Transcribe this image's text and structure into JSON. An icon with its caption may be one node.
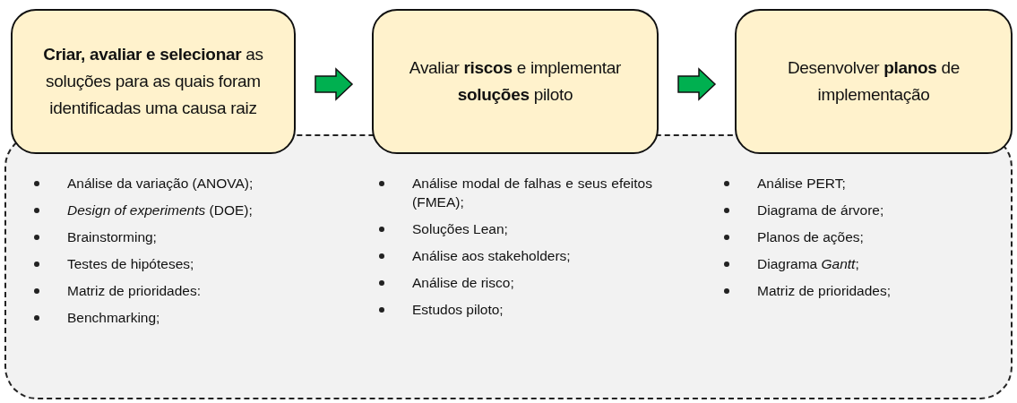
{
  "diagram": {
    "nodes": [
      {
        "text": [
          "**Criar, avaliar e selecionar** as soluções para as quais foram identificadas uma causa raiz"
        ]
      },
      {
        "text": [
          "Avaliar **riscos** e implementar **soluções** piloto"
        ]
      },
      {
        "text": [
          "Desenvolver **planos** de implementação"
        ]
      },
      {
        "text": [
          "Análise da variação (ANOVA);",
          "*Design of experiments* (DOE);",
          "Brainstorming;",
          "Testes de hipóteses;",
          "Matriz de prioridades:",
          "Benchmarking;",
          "Análise modal de falhas e seus efeitos (FMEA);",
          "Soluções Lean;",
          "Análise aos stakeholders;",
          "Análise de risco;",
          "Estudos piloto;",
          "Análise PERT;",
          "Diagrama de árvore;",
          "Planos de ações;",
          "Diagrama *Gantt*;",
          "Matriz de prioridades;"
        ]
      }
    ],
    "edges": [
      {
        "from": 0,
        "to": 1,
        "arrow": "to"
      },
      {
        "from": 1,
        "to": 2,
        "arrow": "to"
      }
    ]
  }
}
